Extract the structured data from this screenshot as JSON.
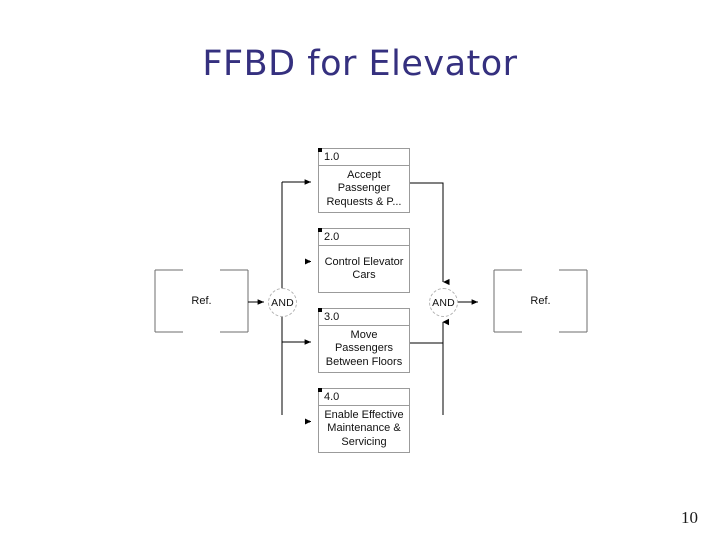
{
  "slide": {
    "title": "FFBD for Elevator",
    "page_number": "10",
    "title_color": "#35307f",
    "background_color": "#ffffff",
    "line_color": "#9b9b9b",
    "text_color": "#111111"
  },
  "diagram": {
    "type": "functional-flow-block-diagram",
    "reference_left": {
      "label": "Ref."
    },
    "reference_right": {
      "label": "Ref."
    },
    "and_left": {
      "label": "AND"
    },
    "and_right": {
      "label": "AND"
    },
    "blocks": [
      {
        "id": "1.0",
        "lines": [
          "Accept",
          "Passenger",
          "Requests & P..."
        ]
      },
      {
        "id": "2.0",
        "lines": [
          "Control Elevator",
          "Cars"
        ]
      },
      {
        "id": "3.0",
        "lines": [
          "Move",
          "Passengers",
          "Between Floors"
        ]
      },
      {
        "id": "4.0",
        "lines": [
          "Enable Effective",
          "Maintenance &",
          "Servicing"
        ]
      }
    ]
  }
}
